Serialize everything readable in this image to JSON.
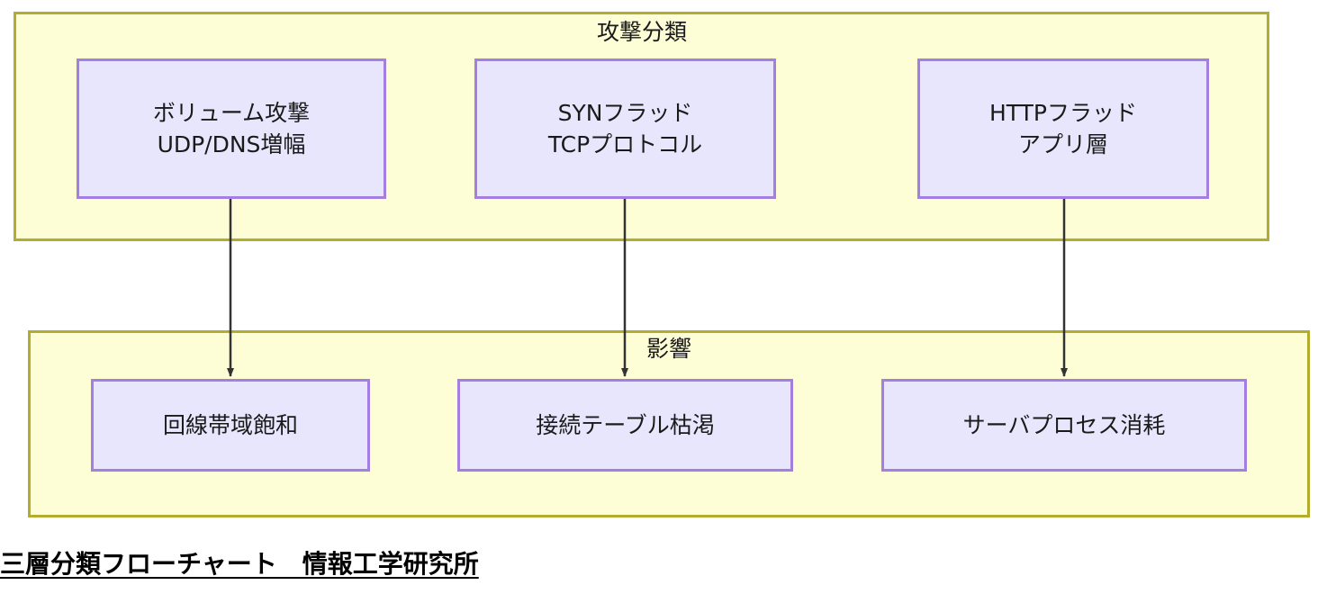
{
  "diagram": {
    "groups": [
      {
        "id": "attack",
        "label": "攻撃分類",
        "fill": "#fdfdd6",
        "border": "#b3ac2f"
      },
      {
        "id": "impact",
        "label": "影響",
        "fill": "#fdfdd6",
        "border": "#b3ac2f"
      }
    ],
    "nodes": [
      {
        "id": "volumetric",
        "group": "attack",
        "lines": [
          "ボリューム攻撃",
          "UDP/DNS増幅"
        ]
      },
      {
        "id": "syn",
        "group": "attack",
        "lines": [
          "SYNフラッド",
          "TCPプロトコル"
        ]
      },
      {
        "id": "http",
        "group": "attack",
        "lines": [
          "HTTPフラッド",
          "アプリ層"
        ]
      },
      {
        "id": "bandwidth",
        "group": "impact",
        "lines": [
          "回線帯域飽和"
        ]
      },
      {
        "id": "conntable",
        "group": "impact",
        "lines": [
          "接続テーブル枯渇"
        ]
      },
      {
        "id": "serverproc",
        "group": "impact",
        "lines": [
          "サーバプロセス消耗"
        ]
      }
    ],
    "edges": [
      {
        "id": "volumetric-to-bandwidth",
        "from": "volumetric",
        "to": "bandwidth"
      },
      {
        "id": "syn-to-conntable",
        "from": "syn",
        "to": "conntable"
      },
      {
        "id": "http-to-serverproc",
        "from": "http",
        "to": "serverproc"
      }
    ],
    "node_style": {
      "fill": "#e8e6fc",
      "border": "#a47fe0"
    },
    "edge_style": {
      "stroke": "#333333"
    },
    "caption": "三層分類フローチャート　情報工学研究所"
  }
}
